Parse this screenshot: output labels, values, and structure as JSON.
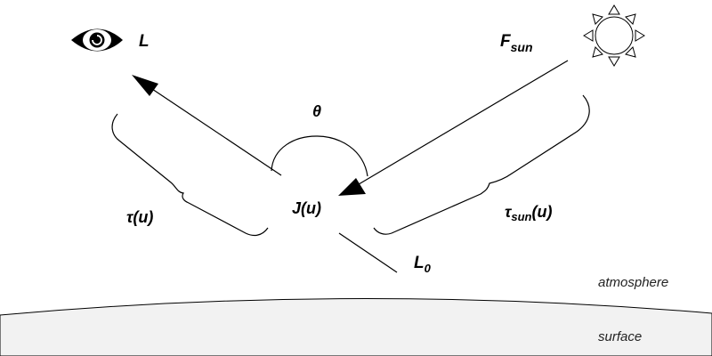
{
  "labels": {
    "observer_radiance": "L",
    "solar_flux_base": "F",
    "solar_flux_sub": "sun",
    "scattering_angle": "θ",
    "source_function_J": "J",
    "source_function_arg": "(u)",
    "tau_view_symbol": "τ",
    "tau_view_arg": "(u)",
    "tau_sun_symbol": "τ",
    "tau_sun_sub": "sun",
    "tau_sun_arg": "(u)",
    "surface_radiance_base": "L",
    "surface_radiance_sub": "0",
    "atmosphere": "atmosphere",
    "surface": "surface"
  },
  "icons": {
    "observer": "eye-icon",
    "sun": "sun-icon"
  },
  "colors": {
    "surface_fill": "#f2f2f2",
    "ink": "#000000"
  }
}
